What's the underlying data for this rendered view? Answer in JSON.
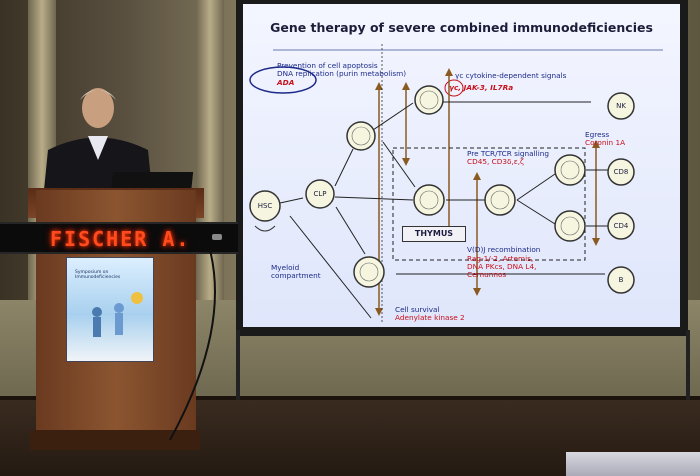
{
  "banner": {
    "text": "FISCHER A."
  },
  "slide": {
    "title": "Gene therapy of severe combined immunodeficiencies",
    "labels": {
      "apoptosis": "Prevention of cell apoptosis",
      "dna_replication": "DNA replication (purin metabolism)",
      "ada": "ADA",
      "cytokine": "γc cytokine-dependent signals",
      "gammac_genes": "γc, JAK-3, IL7Ra",
      "egress": "Egress",
      "coronin": "Coronin 1A",
      "pretcr": "Pre TCR/TCR signalling",
      "cd45": "CD45, CD3δ,ε,ζ",
      "thymus": "THYMUS",
      "vdj": "V(D)J recombination",
      "rag": "Rag-1/-2,  Artemis,",
      "dnapk": "DNA PKcs, DNA L4,",
      "cernunnos": "Cernunnos",
      "myeloid1": "Myeloid",
      "myeloid2": "compartment",
      "survival": "Cell survival",
      "adenylate": "Adenylate kinase 2"
    },
    "nodes": {
      "hsc": "HSC",
      "clp": "CLP",
      "nk": "NK",
      "cd8": "CD8",
      "cd4": "CD4",
      "b": "B"
    }
  },
  "poster": {
    "text": "Symposium on Immunodeficiencies"
  },
  "colors": {
    "banner_led": "#ff4b1e",
    "slide_red": "#c8101a",
    "slide_blue": "#1c2a8a"
  }
}
